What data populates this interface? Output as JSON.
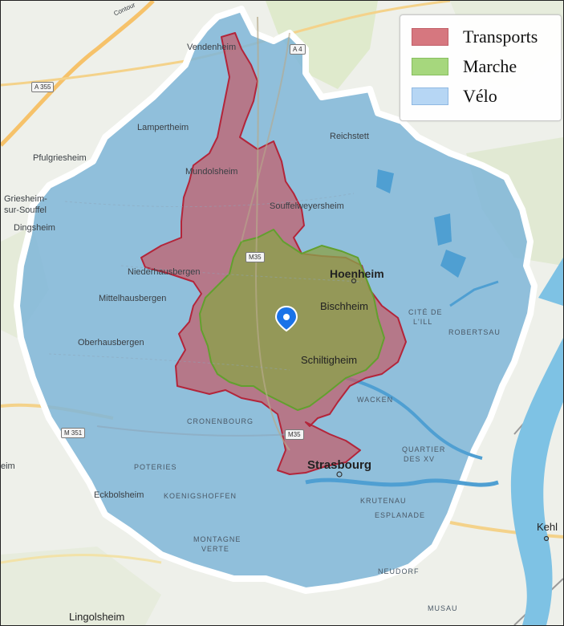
{
  "legend": {
    "items": [
      {
        "label": "Transports",
        "color": "#d6777f",
        "border": "#c15f67"
      },
      {
        "label": "Marche",
        "color": "#a6d77d",
        "border": "#87be5f"
      },
      {
        "label": "Vélo",
        "color": "#b6d6f4",
        "border": "#8fb8e2"
      }
    ]
  },
  "colors": {
    "transports_fill": "#c45d6a",
    "transports_stroke": "#b3253a",
    "marche_fill": "#8aa24a",
    "marche_stroke": "#62a02e",
    "velo_fill": "#7fb6d8",
    "water": "#7ec2e4",
    "marker": "#1a73e8"
  },
  "roads": {
    "a355": "A 355",
    "a4": "A 4",
    "m35_north": "M35",
    "m35_south": "M35",
    "m351": "M 351",
    "contournement": "Contour"
  },
  "places": {
    "vendenheim": "Vendenheim",
    "lampertheim": "Lampertheim",
    "pfulgriesheim": "Pfulgriesheim",
    "griesheim_line1": "Griesheim-",
    "griesheim_line2": "sur-Souffel",
    "dingsheim": "Dingsheim",
    "mundolsheim": "Mundolsheim",
    "reichstett": "Reichstett",
    "souffelweyersheim": "Souffelweyersheim",
    "niederhausbergen": "Niederhausbergen",
    "hoenheim": "Hoenheim",
    "bischheim": "Bischheim",
    "mittelhausbergen": "Mittelhausbergen",
    "cite_de_lill_line1": "CITÉ DE",
    "cite_de_lill_line2": "L'ILL",
    "robertsau": "ROBERTSAU",
    "oberhausbergen": "Oberhausbergen",
    "schiltigheim": "Schiltigheim",
    "wacken": "WACKEN",
    "cronenbourg": "CRONENBOURG",
    "quartier_line1": "QUARTIER",
    "quartier_line2": "DES XV",
    "eckbolsheim": "Eckbolsheim",
    "poteries": "POTERIES",
    "strasbourg": "Strasbourg",
    "koenigshoffen": "KOENIGSHOFFEN",
    "krutenau": "KRUTENAU",
    "esplanade": "ESPLANADE",
    "montagne_line1": "MONTAGNE",
    "montagne_line2": "VERTE",
    "kehl": "Kehl",
    "neudorf": "NEUDORF",
    "musau": "MUSAU",
    "lingolsheim": "Lingolsheim",
    "eim": "eim"
  }
}
